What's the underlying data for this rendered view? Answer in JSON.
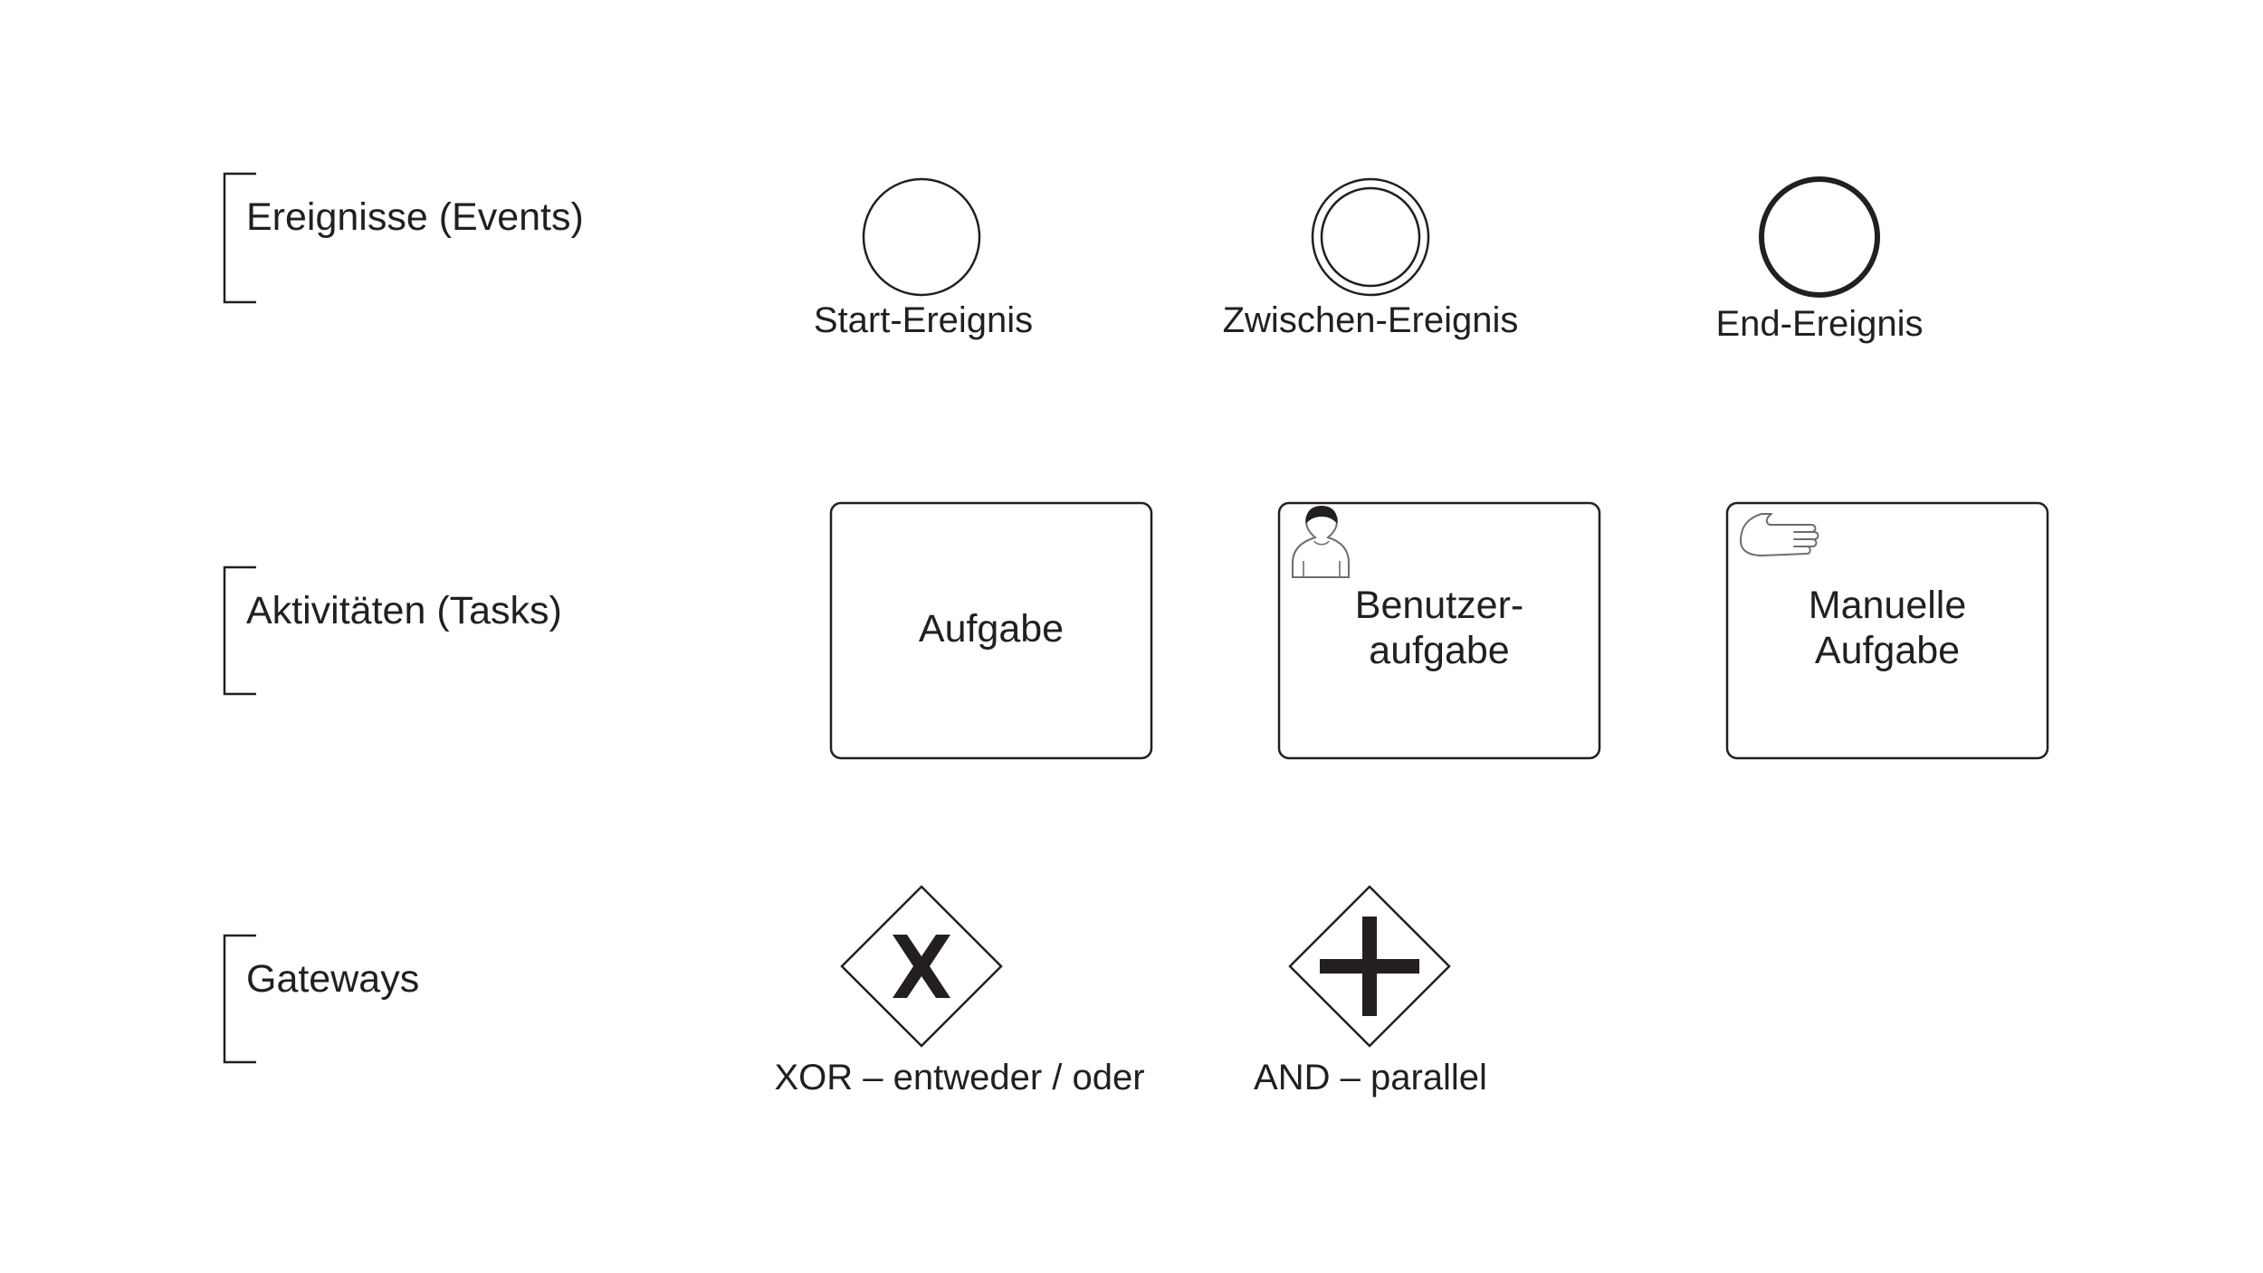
{
  "rows": {
    "events": {
      "label": "Ereignisse (Events)",
      "items": [
        {
          "label": "Start-Ereignis"
        },
        {
          "label": "Zwischen-Ereignis"
        },
        {
          "label": "End-Ereignis"
        }
      ]
    },
    "tasks": {
      "label": "Aktivitäten (Tasks)",
      "items": [
        {
          "label_lines": [
            "Aufgabe"
          ]
        },
        {
          "label_lines": [
            "Benutzer-",
            "aufgabe"
          ],
          "icon": "user-icon"
        },
        {
          "label_lines": [
            "Manuelle",
            "Aufgabe"
          ],
          "icon": "hand-icon"
        }
      ]
    },
    "gateways": {
      "label": "Gateways",
      "items": [
        {
          "label": "XOR – entweder / oder",
          "icon": "x-icon"
        },
        {
          "label": "AND – parallel",
          "icon": "plus-icon"
        }
      ]
    }
  },
  "colors": {
    "stroke": "#231f20",
    "fill": "#ffffff",
    "icon_stroke": "#6d6e71"
  }
}
